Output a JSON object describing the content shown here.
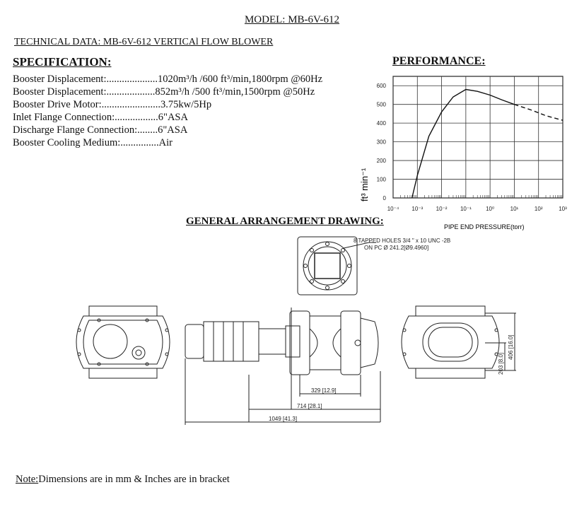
{
  "model_title": "MODEL: MB-6V-612",
  "technical_data": "TECHNICAL DATA: MB-6V-612 VERTICAl FLOW BLOWER",
  "specification": {
    "heading": "SPECIFICATION:",
    "rows": [
      {
        "label": "Booster Displacement:....................",
        "value": "1020m³/h /600 ft³/min,1800rpm @60Hz"
      },
      {
        "label": "Booster Displacement:...................",
        "value": "852m³/h /500 ft³/min,1500rpm @50Hz"
      },
      {
        "label": "Booster Drive Motor:.......................",
        "value": "3.75kw/5Hp"
      },
      {
        "label": "Inlet Flange Connection:.................",
        "value": "6\"ASA"
      },
      {
        "label": "Discharge Flange Connection:........",
        "value": "6\"ASA"
      },
      {
        "label": "Booster Cooling Medium:...............",
        "value": "Air"
      }
    ]
  },
  "performance": {
    "heading": "PERFORMANCE:"
  },
  "chart_data": {
    "type": "line",
    "xscale": "log",
    "xlim": [
      0.0001,
      1000
    ],
    "ylim": [
      0,
      650
    ],
    "xlabel": "PIPE END PRESSURE(torr)",
    "ylabel": "ft³ min⁻¹",
    "x_ticks": [
      "10⁻⁴",
      "10⁻³",
      "10⁻²",
      "10⁻¹",
      "10⁰",
      "10¹",
      "10²",
      "10³"
    ],
    "y_ticks": [
      "0",
      "100",
      "200",
      "300",
      "400",
      "500",
      "600"
    ],
    "grid": true,
    "series": [
      {
        "style": "solid",
        "points": [
          [
            0.0006,
            0
          ],
          [
            0.001,
            120
          ],
          [
            0.003,
            330
          ],
          [
            0.01,
            460
          ],
          [
            0.03,
            540
          ],
          [
            0.1,
            580
          ],
          [
            0.3,
            570
          ],
          [
            1,
            550
          ],
          [
            3,
            525
          ],
          [
            10,
            500
          ]
        ]
      },
      {
        "style": "dashed",
        "points": [
          [
            10,
            500
          ],
          [
            50,
            470
          ],
          [
            200,
            440
          ],
          [
            1000,
            415
          ]
        ]
      }
    ]
  },
  "drawing": {
    "heading": "GENERAL ARRANGEMENT DRAWING:",
    "annotation_line1": "8 TAPPED HOLES 3/4 \" x 10 UNC -2B",
    "annotation_line2": "ON PC Ø 241.2[Ø9.4960]",
    "dim_329": "329 [12.9]",
    "dim_714": "714 [28.1]",
    "dim_1049": "1049 [41.3]",
    "dim_203": "203 [8.0]",
    "dim_406": "406 [16.0]"
  },
  "note": {
    "prefix": "Note:",
    "text": "Dimensions are in mm & Inches are in bracket"
  }
}
